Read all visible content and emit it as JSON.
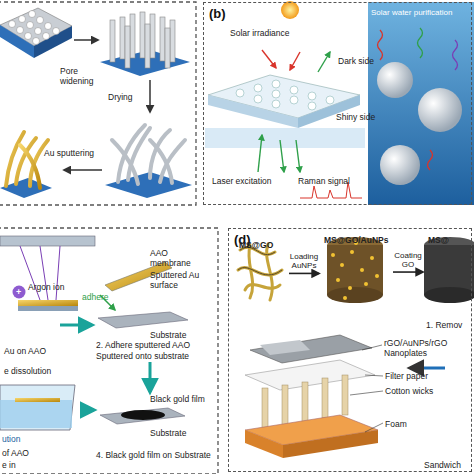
{
  "diagram": {
    "nodes": [
      {
        "text": [
          "(b)"
        ]
      },
      {
        "text": [
          "(d)"
        ]
      },
      {
        "text": [
          "MS@GO"
        ],
        "in": 1
      },
      {
        "text": [
          "MS@GO/AuNPs"
        ],
        "in": 1
      },
      {
        "text": [
          "MS@"
        ],
        "in": 1
      }
    ],
    "edges": [
      {
        "from": 2,
        "to": 3,
        "label": "Loading AuNPs",
        "arrow": "to"
      },
      {
        "from": 3,
        "to": 4,
        "label": "Coating GO",
        "arrow": "to"
      }
    ],
    "labels": [
      "Pore widening",
      "Drying",
      "Au sputtering",
      "Solar irradiance",
      "Dark side",
      "Shiny side",
      "Laser excitation",
      "Raman signal",
      "Solar water purification",
      "Argon ion",
      "+",
      "AAO membrane",
      "Sputtered Au surface",
      "adhere",
      "Substrate",
      "Au on AAO",
      "2. Adhere sputtered AAO",
      "Sputtered onto substrate",
      "e dissolution",
      "Black gold film",
      "Substrate",
      "ution",
      "of AAO",
      "e in",
      "4. Black gold film on Substrate",
      "1. Remov",
      "rGO/AuNPs/rGO Nanoplates",
      "Filter paper",
      "Cotton wicks",
      "Foam",
      "Sandwich"
    ]
  }
}
